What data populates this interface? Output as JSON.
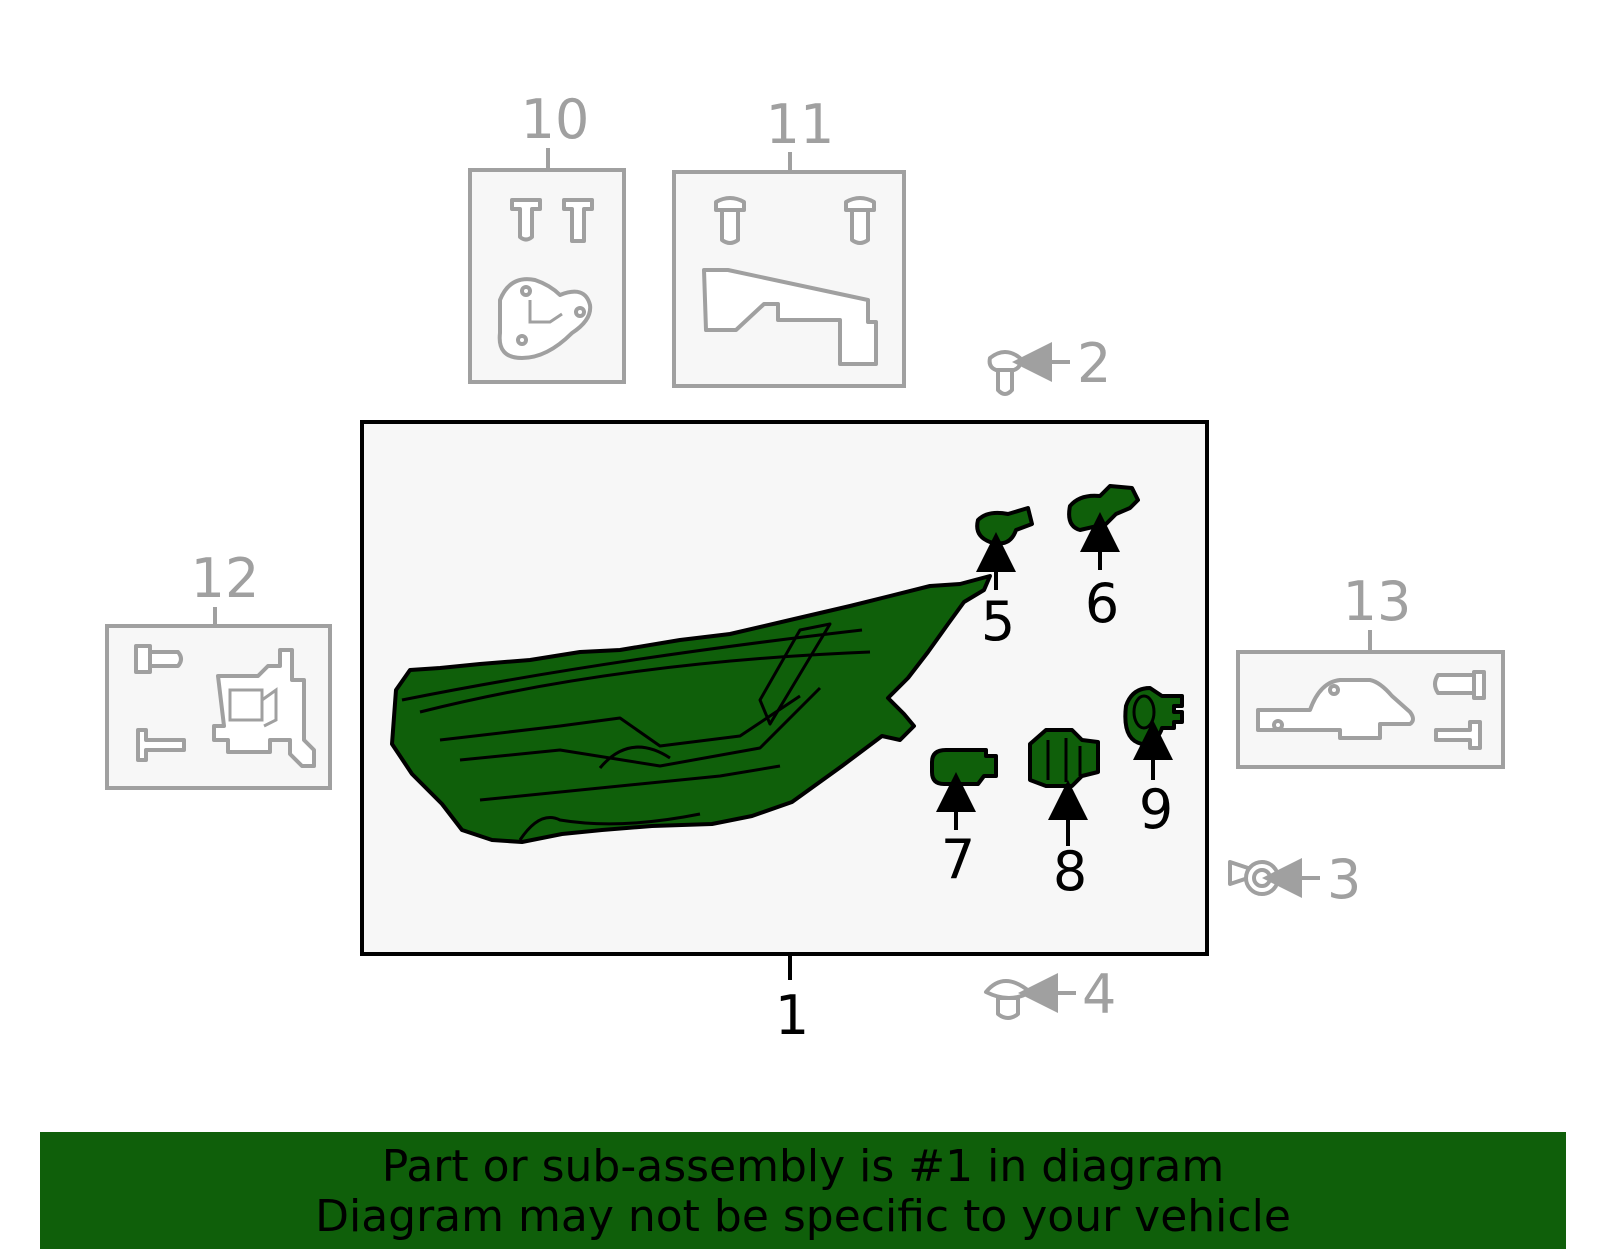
{
  "diagram": {
    "callouts": {
      "c1": "1",
      "c2": "2",
      "c3": "3",
      "c4": "4",
      "c5": "5",
      "c6": "6",
      "c7": "7",
      "c8": "8",
      "c9": "9",
      "c10": "10",
      "c11": "11",
      "c12": "12",
      "c13": "13"
    },
    "colors": {
      "highlight": "#0f5f0a",
      "muted": "#a0a0a0",
      "panel": "#f7f7f7"
    }
  },
  "banner": {
    "line1": "Part or sub-assembly is #1 in diagram",
    "line2": "Diagram may not be specific to your vehicle"
  }
}
